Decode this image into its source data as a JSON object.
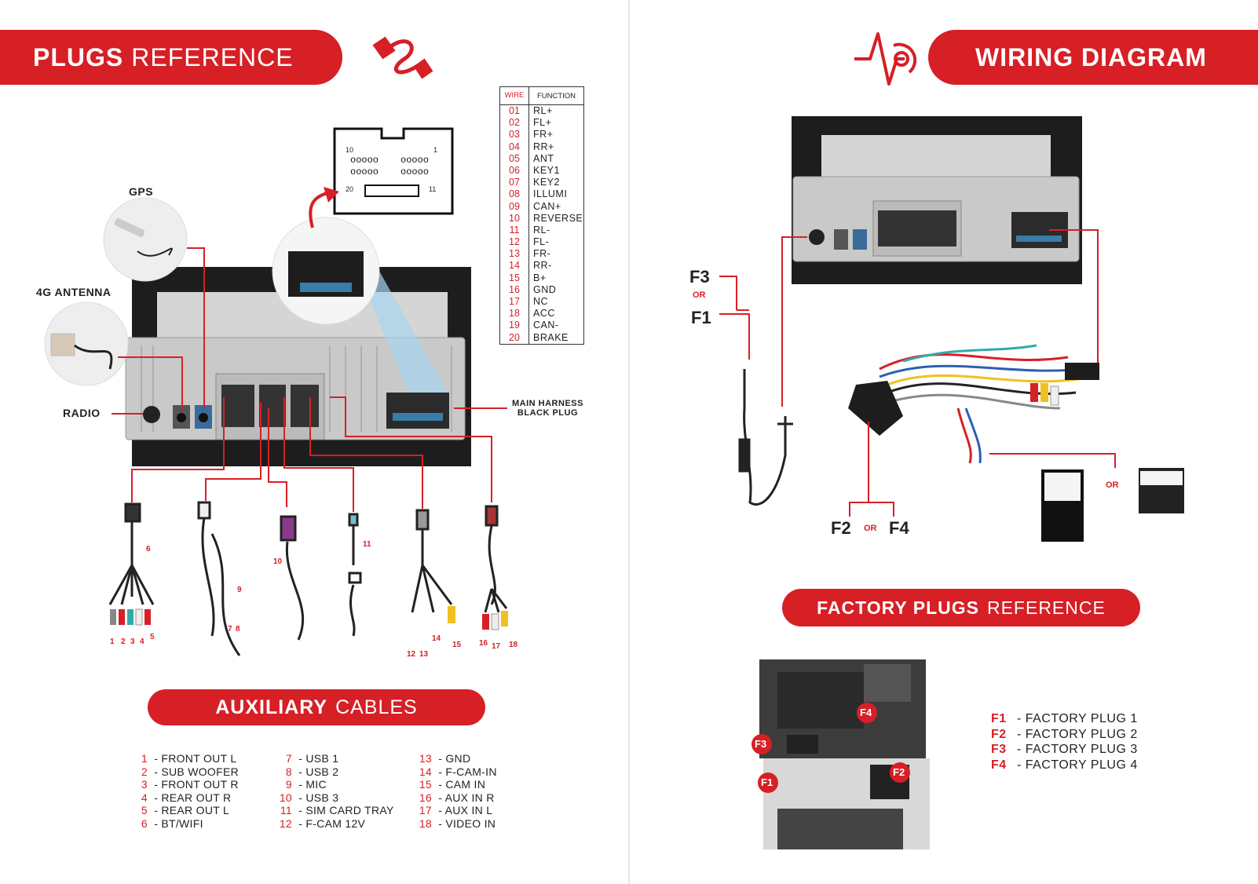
{
  "left_page": {
    "banner_bold": "PLUGS",
    "banner_thin": "REFERENCE",
    "labels": {
      "gps": "GPS",
      "antenna_4g": "4G ANTENNA",
      "radio": "RADIO",
      "main_harness": "MAIN HARNESS\nBLACK PLUG"
    },
    "connector_pins": {
      "top_left": "10",
      "top_right": "1",
      "bottom_left": "20",
      "bottom_right": "11"
    },
    "wire_table": {
      "col_wire": "WIRE",
      "col_function": "FUNCTION",
      "rows": [
        {
          "n": "01",
          "f": "RL+"
        },
        {
          "n": "02",
          "f": "FL+"
        },
        {
          "n": "03",
          "f": "FR+"
        },
        {
          "n": "04",
          "f": "RR+"
        },
        {
          "n": "05",
          "f": "ANT"
        },
        {
          "n": "06",
          "f": "KEY1"
        },
        {
          "n": "07",
          "f": "KEY2"
        },
        {
          "n": "08",
          "f": "ILLUMI"
        },
        {
          "n": "09",
          "f": "CAN+"
        },
        {
          "n": "10",
          "f": "REVERSE"
        },
        {
          "n": "11",
          "f": "RL-"
        },
        {
          "n": "12",
          "f": "FL-"
        },
        {
          "n": "13",
          "f": "FR-"
        },
        {
          "n": "14",
          "f": "RR-"
        },
        {
          "n": "15",
          "f": "B+"
        },
        {
          "n": "16",
          "f": "GND"
        },
        {
          "n": "17",
          "f": "NC"
        },
        {
          "n": "18",
          "f": "ACC"
        },
        {
          "n": "19",
          "f": "CAN-"
        },
        {
          "n": "20",
          "f": "BRAKE"
        }
      ]
    },
    "cable_numbers": [
      "1",
      "2",
      "3",
      "4",
      "5",
      "6",
      "7",
      "8",
      "9",
      "10",
      "11",
      "12",
      "13",
      "14",
      "15",
      "16",
      "17",
      "18"
    ],
    "aux_bold": "AUXILIARY",
    "aux_thin": "CABLES",
    "aux_legend": [
      [
        {
          "n": "1",
          "t": "FRONT OUT L"
        },
        {
          "n": "2",
          "t": "SUB WOOFER"
        },
        {
          "n": "3",
          "t": "FRONT OUT R"
        },
        {
          "n": "4",
          "t": "REAR OUT R"
        },
        {
          "n": "5",
          "t": "REAR OUT L"
        },
        {
          "n": "6",
          "t": "BT/WIFI"
        }
      ],
      [
        {
          "n": "7",
          "t": "USB 1"
        },
        {
          "n": "8",
          "t": "USB 2"
        },
        {
          "n": "9",
          "t": "MIC"
        },
        {
          "n": "10",
          "t": "USB 3"
        },
        {
          "n": "11",
          "t": "SIM CARD TRAY"
        },
        {
          "n": "12",
          "t": "F-CAM 12V"
        }
      ],
      [
        {
          "n": "13",
          "t": "GND"
        },
        {
          "n": "14",
          "t": "F-CAM-IN"
        },
        {
          "n": "15",
          "t": "CAM IN"
        },
        {
          "n": "16",
          "t": "AUX IN R"
        },
        {
          "n": "17",
          "t": "AUX IN L"
        },
        {
          "n": "18",
          "t": "VIDEO IN"
        }
      ]
    ]
  },
  "right_page": {
    "banner": "WIRING DIAGRAM",
    "f3": "F3",
    "f1": "F1",
    "f2": "F2",
    "f4": "F4",
    "or": "OR",
    "fact_bold": "FACTORY PLUGS",
    "fact_thin": "REFERENCE",
    "factory_legend": [
      {
        "k": "F1",
        "t": "FACTORY PLUG 1"
      },
      {
        "k": "F2",
        "t": "FACTORY PLUG 2"
      },
      {
        "k": "F3",
        "t": "FACTORY PLUG 3"
      },
      {
        "k": "F4",
        "t": "FACTORY PLUG 4"
      }
    ]
  },
  "colors": {
    "accent": "#d71f26",
    "text": "#222222"
  }
}
